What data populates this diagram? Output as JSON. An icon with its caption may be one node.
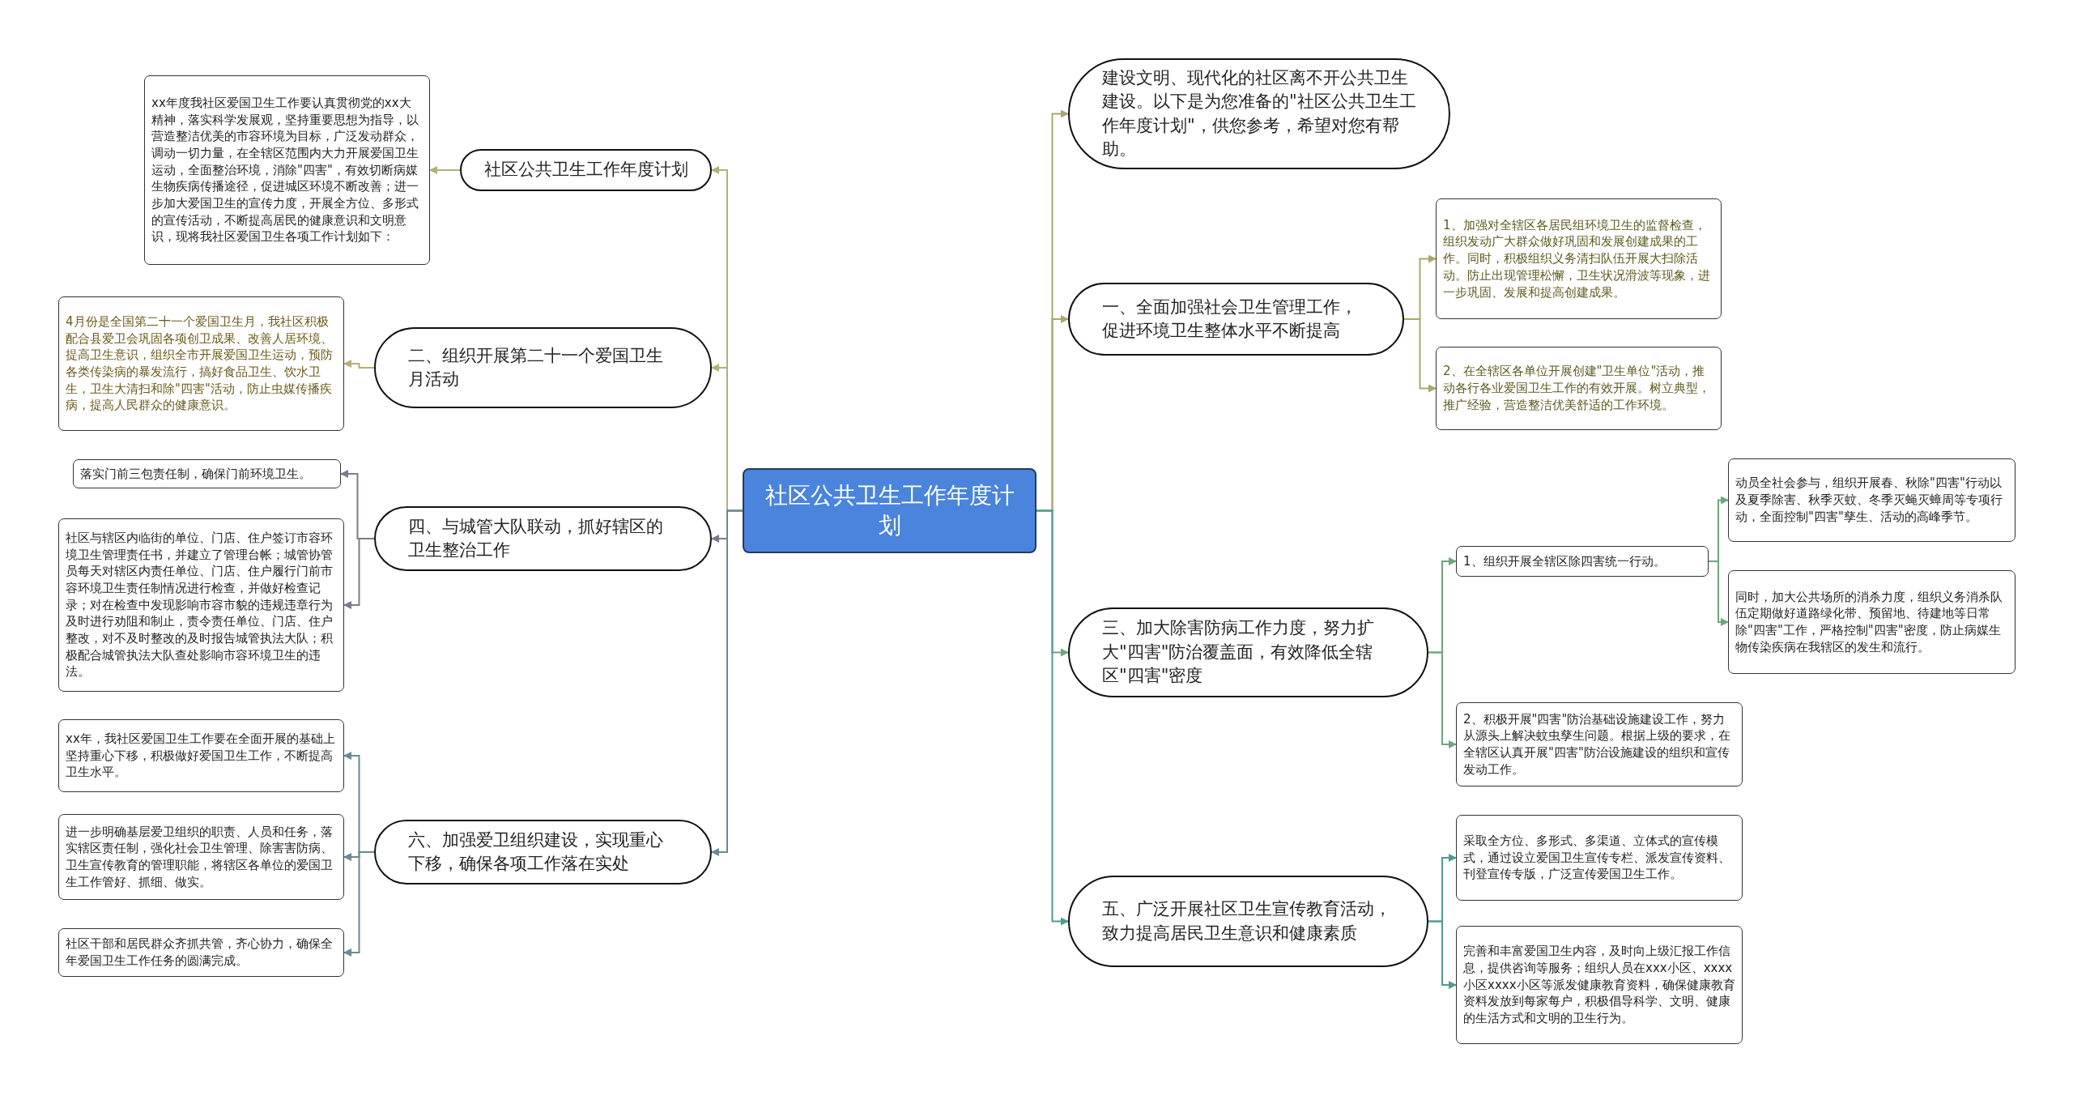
{
  "diagram": {
    "nodes": [
      {
        "text": [
          "社区公共卫生工作年度计划"
        ]
      },
      {
        "text": [
          "社区公共卫生工作年度计划"
        ]
      },
      {
        "text": [
          "xx年度我社区爱国卫生工作要认真贯彻党的xx大精神，落实科学发展观，坚持重要思想为指导，以营造整洁优美的市容环境为目标，广泛发动群众，调动一切力量，在全辖区范围内大力开展爱国卫生运动，全面整治环境，消除\"四害\"，有效切断病媒生物疾病传播途径，促进城区环境不断改善；进一步加大爱国卫生的宣传力度，开展全方位、多形式的宣传活动，不断提高居民的健康意识和文明意识，现将我社区爱国卫生各项工作计划如下："
        ]
      },
      {
        "text": [
          "二、组织开展第二十一个爱国卫生月活动"
        ]
      },
      {
        "text": [
          "4月份是全国第二十一个爱国卫生月，我社区积极配合县爱卫会巩固各项创卫成果、改善人居环境、提高卫生意识，组织全市开展爱国卫生运动，预防各类传染病的暴发流行，搞好食品卫生、饮水卫生，卫生大清扫和除\"四害\"活动，防止虫媒传播疾病，提高人民群众的健康意识。"
        ]
      },
      {
        "text": [
          "四、与城管大队联动，抓好辖区的卫生整治工作"
        ]
      },
      {
        "text": [
          "落实门前三包责任制，确保门前环境卫生。"
        ]
      },
      {
        "text": [
          "社区与辖区内临街的单位、门店、住户签订市容环境卫生管理责任书，并建立了管理台帐；城管协管员每天对辖区内责任单位、门店、住户履行门前市容环境卫生责任制情况进行检查，并做好检查记录；对在检查中发现影响市容市貌的违规违章行为及时进行劝阻和制止，责令责任单位、门店、住户整改，对不及时整改的及时报告城管执法大队；积极配合城管执法大队查处影响市容环境卫生的违法。"
        ]
      },
      {
        "text": [
          "六、加强爱卫组织建设，实现重心下移，确保各项工作落在实处"
        ]
      },
      {
        "text": [
          "xx年，我社区爱国卫生工作要在全面开展的基础上坚持重心下移，积极做好爱国卫生工作，不断提高卫生水平。"
        ]
      },
      {
        "text": [
          "进一步明确基层爱卫组织的职责、人员和任务，落实辖区责任制，强化社会卫生管理、除害害防病、卫生宣传教育的管理职能，将辖区各单位的爱国卫生工作管好、抓细、做实。"
        ]
      },
      {
        "text": [
          "社区干部和居民群众齐抓共管，齐心协力，确保全年爱国卫生工作任务的圆满完成。"
        ]
      },
      {
        "text": [
          "建设文明、现代化的社区离不开公共卫生建设。以下是为您准备的\"社区公共卫生工作年度计划\"，供您参考，希望对您有帮助。"
        ]
      },
      {
        "text": [
          "一、全面加强社会卫生管理工作，促进环境卫生整体水平不断提高"
        ]
      },
      {
        "text": [
          "1、加强对全辖区各居民组环境卫生的监督检查，组织发动广大群众做好巩固和发展创建成果的工作。同时，积极组织义务清扫队伍开展大扫除活动。防止出现管理松懈，卫生状况滑波等现象，进一步巩固、发展和提高创建成果。"
        ]
      },
      {
        "text": [
          "2、在全辖区各单位开展创建\"卫生单位\"活动，推动各行各业爱国卫生工作的有效开展。树立典型，推广经验，营造整洁优美舒适的工作环境。"
        ]
      },
      {
        "text": [
          "三、加大除害防病工作力度，努力扩大\"四害\"防治覆盖面，有效降低全辖区\"四害\"密度"
        ]
      },
      {
        "text": [
          "1、组织开展全辖区除四害统一行动。"
        ]
      },
      {
        "text": [
          "动员全社会参与，组织开展春、秋除\"四害\"行动以及夏季除害、秋季灭蚊、冬季灭蝇灭蟑周等专项行动，全面控制\"四害\"孳生、活动的高峰季节。"
        ]
      },
      {
        "text": [
          "同时，加大公共场所的消杀力度，组织义务消杀队伍定期做好道路绿化带、预留地、待建地等日常除\"四害\"工作，严格控制\"四害\"密度，防止病媒生物传染疾病在我辖区的发生和流行。"
        ]
      },
      {
        "text": [
          "2、积极开展\"四害\"防治基础设施建设工作，努力从源头上解决蚊虫孳生问题。根据上级的要求，在全辖区认真开展\"四害\"防治设施建设的组织和宣传发动工作。"
        ]
      },
      {
        "text": [
          "五、广泛开展社区卫生宣传教育活动，致力提高居民卫生意识和健康素质"
        ]
      },
      {
        "text": [
          "采取全方位、多形式、多渠道、立体式的宣传模式，通过设立爱国卫生宣传专栏、派发宣传资料、刊登宣传专版，广泛宣传爱国卫生工作。"
        ]
      },
      {
        "text": [
          "完善和丰富爱国卫生内容，及时向上级汇报工作信息，提供咨询等服务；组织人员在xxx小区、xxxx小区xxxx小区等派发健康教育资料，确保健康教育资料发放到每家每户，积极倡导科学、文明、健康的生活方式和文明的卫生行为。"
        ]
      }
    ],
    "edges": [
      {
        "from": 0,
        "to": 1,
        "arrow": "to",
        "color": "#b3b07a"
      },
      {
        "from": 0,
        "to": 3,
        "arrow": "to",
        "color": "#b3b07a"
      },
      {
        "from": 0,
        "to": 5,
        "arrow": "to",
        "color": "#7c7a8e"
      },
      {
        "from": 0,
        "to": 8,
        "arrow": "to",
        "color": "#6a8a90"
      },
      {
        "from": 1,
        "to": 2,
        "arrow": "to",
        "color": "#b3b07a"
      },
      {
        "from": 3,
        "to": 4,
        "arrow": "to",
        "color": "#b3b07a"
      },
      {
        "from": 5,
        "to": 6,
        "arrow": "to",
        "color": "#7c7a8e"
      },
      {
        "from": 5,
        "to": 7,
        "arrow": "to",
        "color": "#7c7a8e"
      },
      {
        "from": 8,
        "to": 9,
        "arrow": "to",
        "color": "#6a8a90"
      },
      {
        "from": 8,
        "to": 10,
        "arrow": "to",
        "color": "#6a8a90"
      },
      {
        "from": 8,
        "to": 11,
        "arrow": "to",
        "color": "#6a8a90"
      },
      {
        "from": 0,
        "to": 12,
        "arrow": "to",
        "color": "#a9a86c"
      },
      {
        "from": 0,
        "to": 13,
        "arrow": "to",
        "color": "#a9a86c"
      },
      {
        "from": 0,
        "to": 16,
        "arrow": "to",
        "color": "#6fa57e"
      },
      {
        "from": 0,
        "to": 21,
        "arrow": "to",
        "color": "#4f9a92"
      },
      {
        "from": 13,
        "to": 14,
        "arrow": "to",
        "color": "#a9a86c"
      },
      {
        "from": 13,
        "to": 15,
        "arrow": "to",
        "color": "#a9a86c"
      },
      {
        "from": 16,
        "to": 17,
        "arrow": "to",
        "color": "#6fa57e"
      },
      {
        "from": 16,
        "to": 20,
        "arrow": "to",
        "color": "#6fa57e"
      },
      {
        "from": 17,
        "to": 18,
        "arrow": "to",
        "color": "#6fa57e"
      },
      {
        "from": 17,
        "to": 19,
        "arrow": "to",
        "color": "#6fa57e"
      },
      {
        "from": 21,
        "to": 22,
        "arrow": "to",
        "color": "#4f9a92"
      },
      {
        "from": 21,
        "to": 23,
        "arrow": "to",
        "color": "#4f9a92"
      }
    ]
  }
}
